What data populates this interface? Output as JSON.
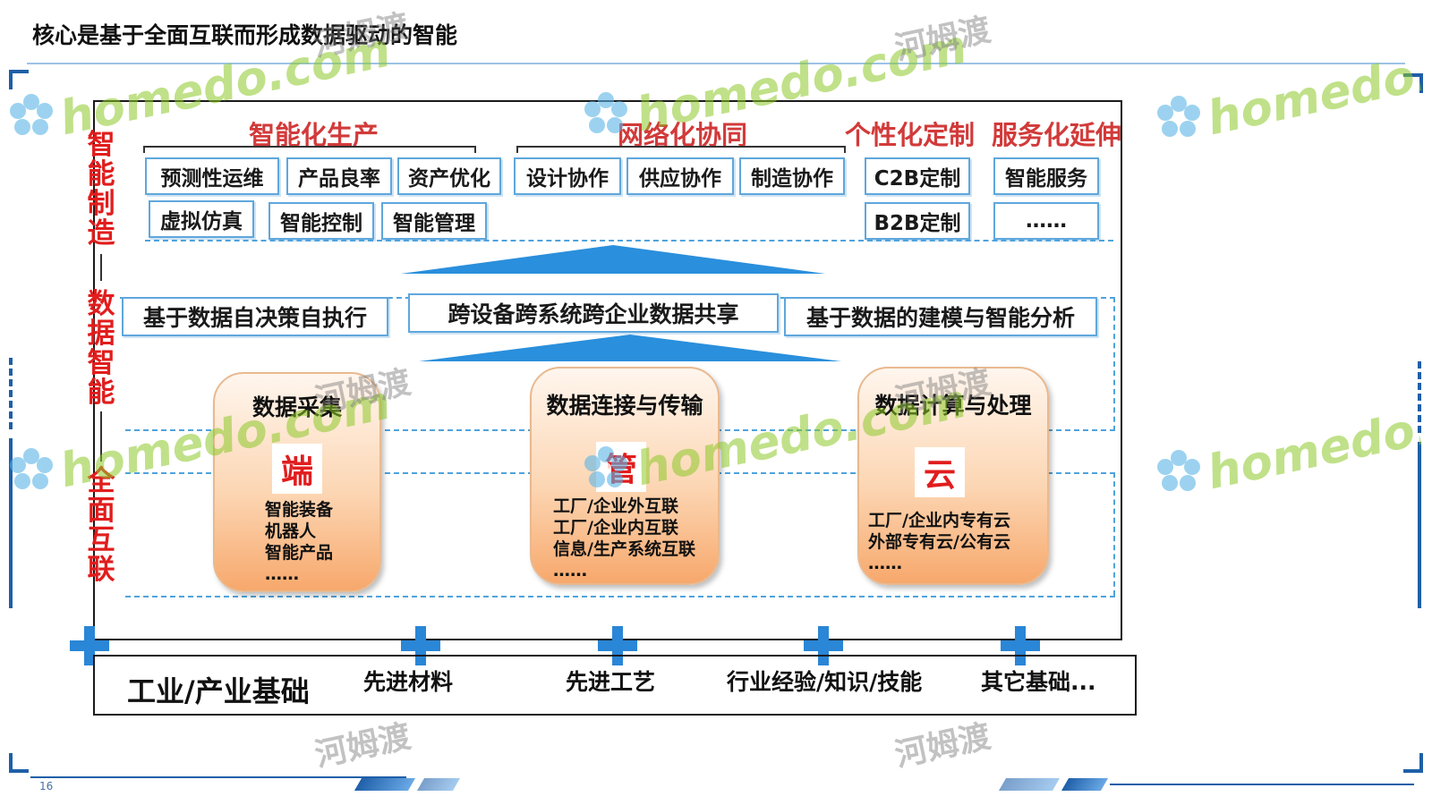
{
  "title": "核心是基于全面互联而形成数据驱动的智能",
  "vertical_labels": [
    "智能制造",
    "数据智能",
    "全面互联"
  ],
  "categories": {
    "intelligent_production": "智能化生产",
    "networked_collaboration": "网络化协同",
    "personalized_customization": "个性化定制",
    "service_extension": "服务化延伸"
  },
  "tags": {
    "row1": [
      "预测性运维",
      "产品良率",
      "资产优化",
      "设计协作",
      "供应协作",
      "制造协作",
      "C2B定制",
      "智能服务"
    ],
    "row2": [
      "虚拟仿真",
      "智能控制",
      "智能管理",
      "B2B定制",
      "……"
    ]
  },
  "middle": [
    "基于数据自决策自执行",
    "跨设备跨系统跨企业数据共享",
    "基于数据的建模与智能分析"
  ],
  "pills": [
    {
      "title": "数据采集",
      "glyph": "端",
      "items": [
        "智能装备",
        "机器人",
        "智能产品",
        "……"
      ]
    },
    {
      "title": "数据连接与传输",
      "glyph": "管",
      "items": [
        "工厂/企业外互联",
        "工厂/企业内互联",
        "信息/生产系统互联",
        "……"
      ]
    },
    {
      "title": "数据计算与处理",
      "glyph": "云",
      "items": [
        "工厂/企业内专有云",
        "外部专有云/公有云",
        "……"
      ]
    }
  ],
  "base": {
    "main": "工业/产业基础",
    "items": [
      "先进材料",
      "先进工艺",
      "行业经验/知识/技能",
      "其它基础..."
    ]
  },
  "watermark": {
    "text": "homedo.com",
    "cn": "河姆渡"
  },
  "page_number": "16",
  "colors": {
    "accent_red": "#e11d1d",
    "accent_blue": "#2a86d6",
    "tag_border": "#5fa7dc",
    "dash": "#4fa3dc"
  },
  "icons": [
    "plus-icon",
    "homedo-flower-icon"
  ]
}
